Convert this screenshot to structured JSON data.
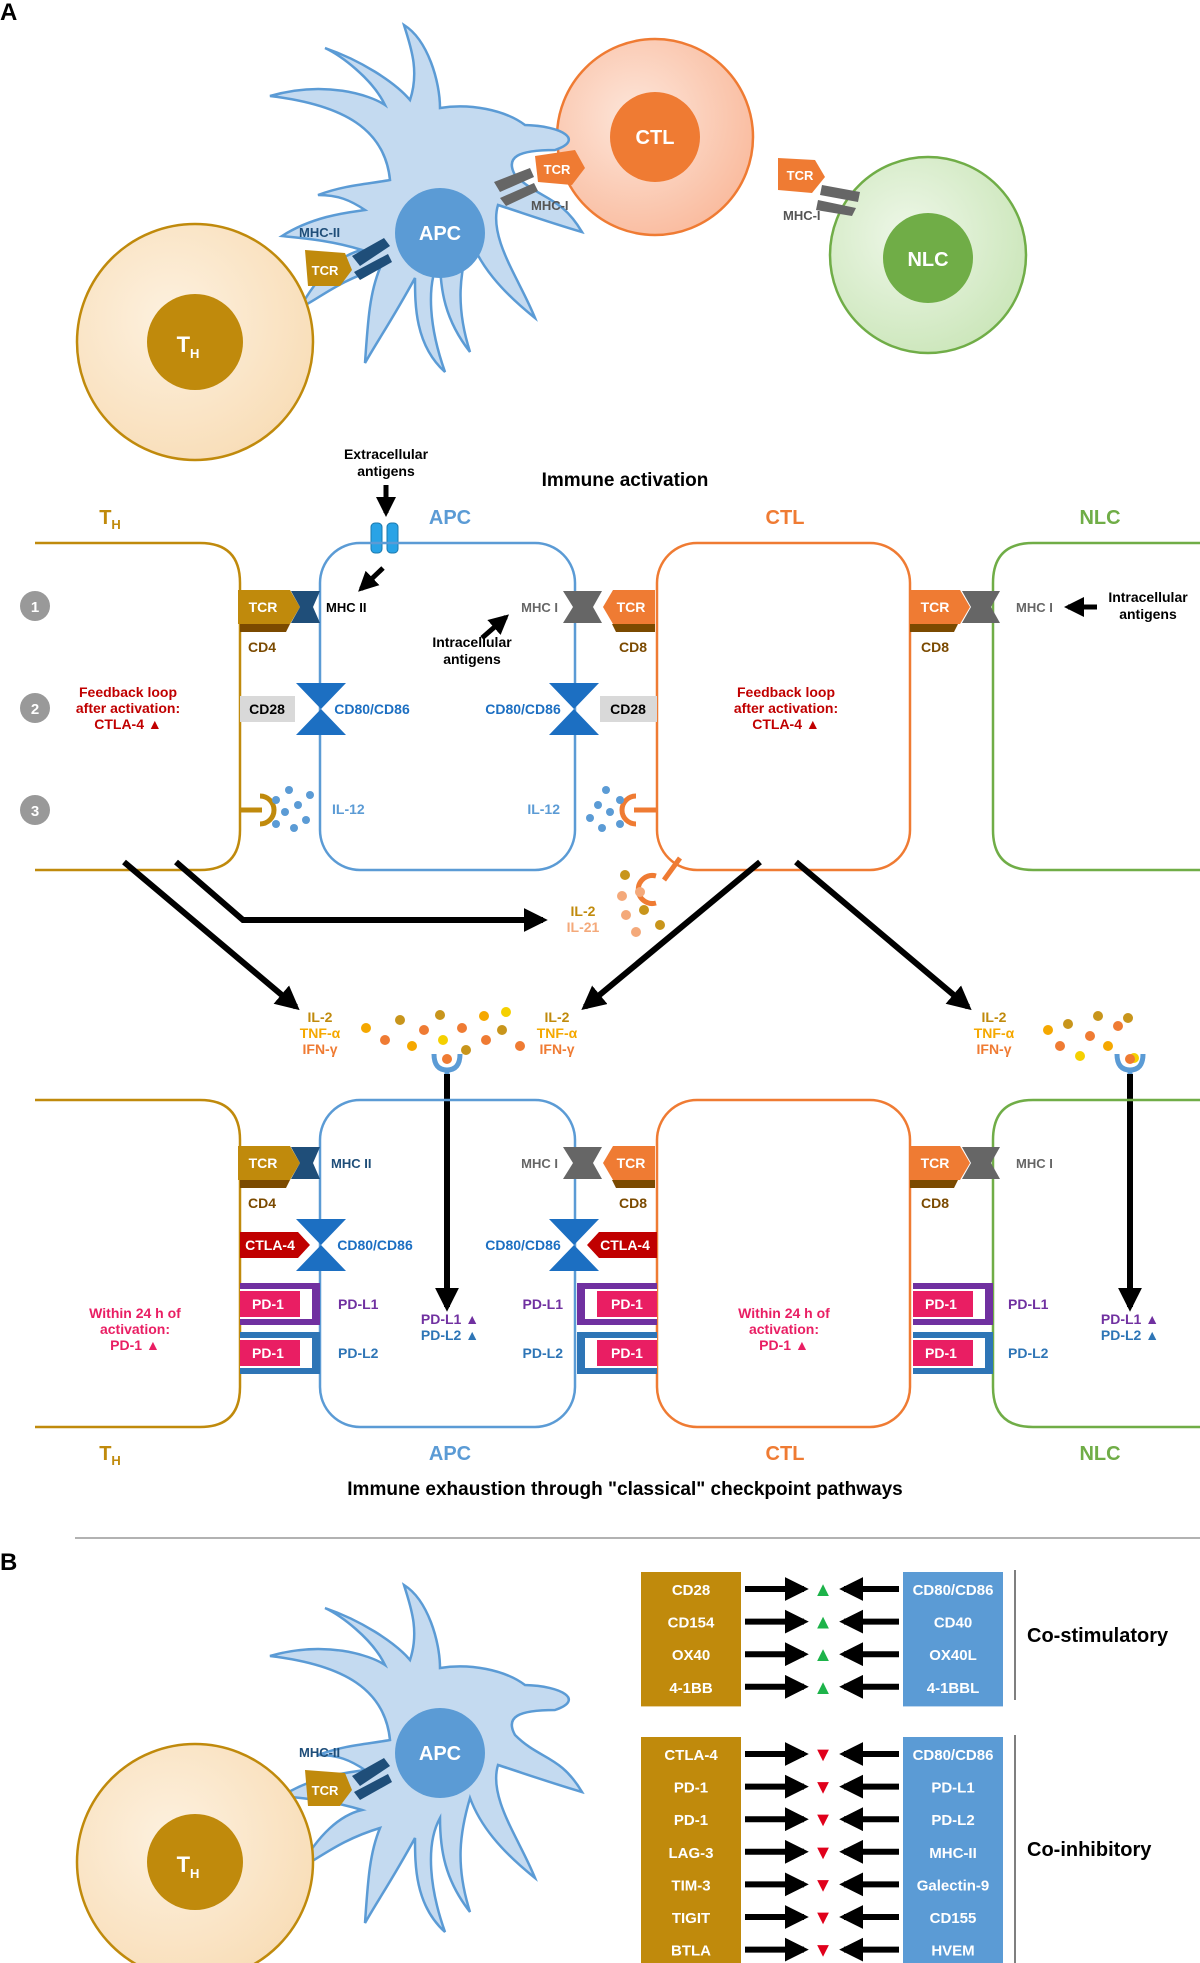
{
  "panel_labels": {
    "a": "A",
    "b": "B"
  },
  "cells": {
    "th": "T",
    "th_sub": "H",
    "apc": "APC",
    "ctl": "CTL",
    "nlc": "NLC"
  },
  "molecules": {
    "tcr": "TCR",
    "mhc_ii_top": "MHC-II",
    "mhc_i_top": "MHC-I",
    "mhc_ii": "MHC II",
    "mhc_i": "MHC I",
    "cd4": "CD4",
    "cd8": "CD8",
    "cd28": "CD28",
    "cd80_cd86": "CD80/CD86",
    "il12": "IL-12",
    "ctla4": "CTLA-4",
    "pd1": "PD-1",
    "pdl1": "PD-L1",
    "pdl2": "PD-L2"
  },
  "sections": {
    "activation": "Immune activation",
    "exhaustion": "Immune exhaustion through \"classical\" checkpoint pathways"
  },
  "steps": [
    "1",
    "2",
    "3"
  ],
  "annotations": {
    "extracellular": [
      "Extracellular",
      "antigens"
    ],
    "intracellular": [
      "Intracellular",
      "antigens"
    ],
    "feedback": [
      "Feedback loop",
      "after activation:",
      "CTLA-4 ▲"
    ],
    "within24": [
      "Within 24 h of",
      "activation:",
      "PD-1 ▲"
    ],
    "il2": "IL-2",
    "il21": "IL-21",
    "tnfa": "TNF-α",
    "ifng": "IFN-γ",
    "pdl1_up": "PD-L1 ▲",
    "pdl2_up": "PD-L2 ▲"
  },
  "pairs": {
    "costim": [
      {
        "left": "CD28",
        "right": "CD80/CD86"
      },
      {
        "left": "CD154",
        "right": "CD40"
      },
      {
        "left": "OX40",
        "right": "OX40L"
      },
      {
        "left": "4-1BB",
        "right": "4-1BBL"
      }
    ],
    "coinhib": [
      {
        "left": "CTLA-4",
        "right": "CD80/CD86"
      },
      {
        "left": "PD-1",
        "right": "PD-L1"
      },
      {
        "left": "PD-1",
        "right": "PD-L2"
      },
      {
        "left": "LAG-3",
        "right": "MHC-II"
      },
      {
        "left": "TIM-3",
        "right": "Galectin-9"
      },
      {
        "left": "TIGIT",
        "right": "CD155"
      },
      {
        "left": "BTLA",
        "right": "HVEM"
      }
    ],
    "costim_label": "Co-stimulatory",
    "coinhib_label": "Co-inhibitory",
    "up": "▲",
    "down": "▼"
  },
  "colors": {
    "th": "#c08a0c",
    "th_fill": "#fae5c8",
    "apc": "#5b9bd5",
    "apc_fill": "#c4daf0",
    "ctl": "#ef7b33",
    "ctl_fill": "#fcd0bc",
    "nlc": "#70ad47",
    "nlc_fill": "#d7eccb",
    "red": "#c00000",
    "pink": "#e91e63",
    "purple": "#7030a0",
    "navy": "#1f4e79",
    "gray": "#7f7f7f"
  }
}
